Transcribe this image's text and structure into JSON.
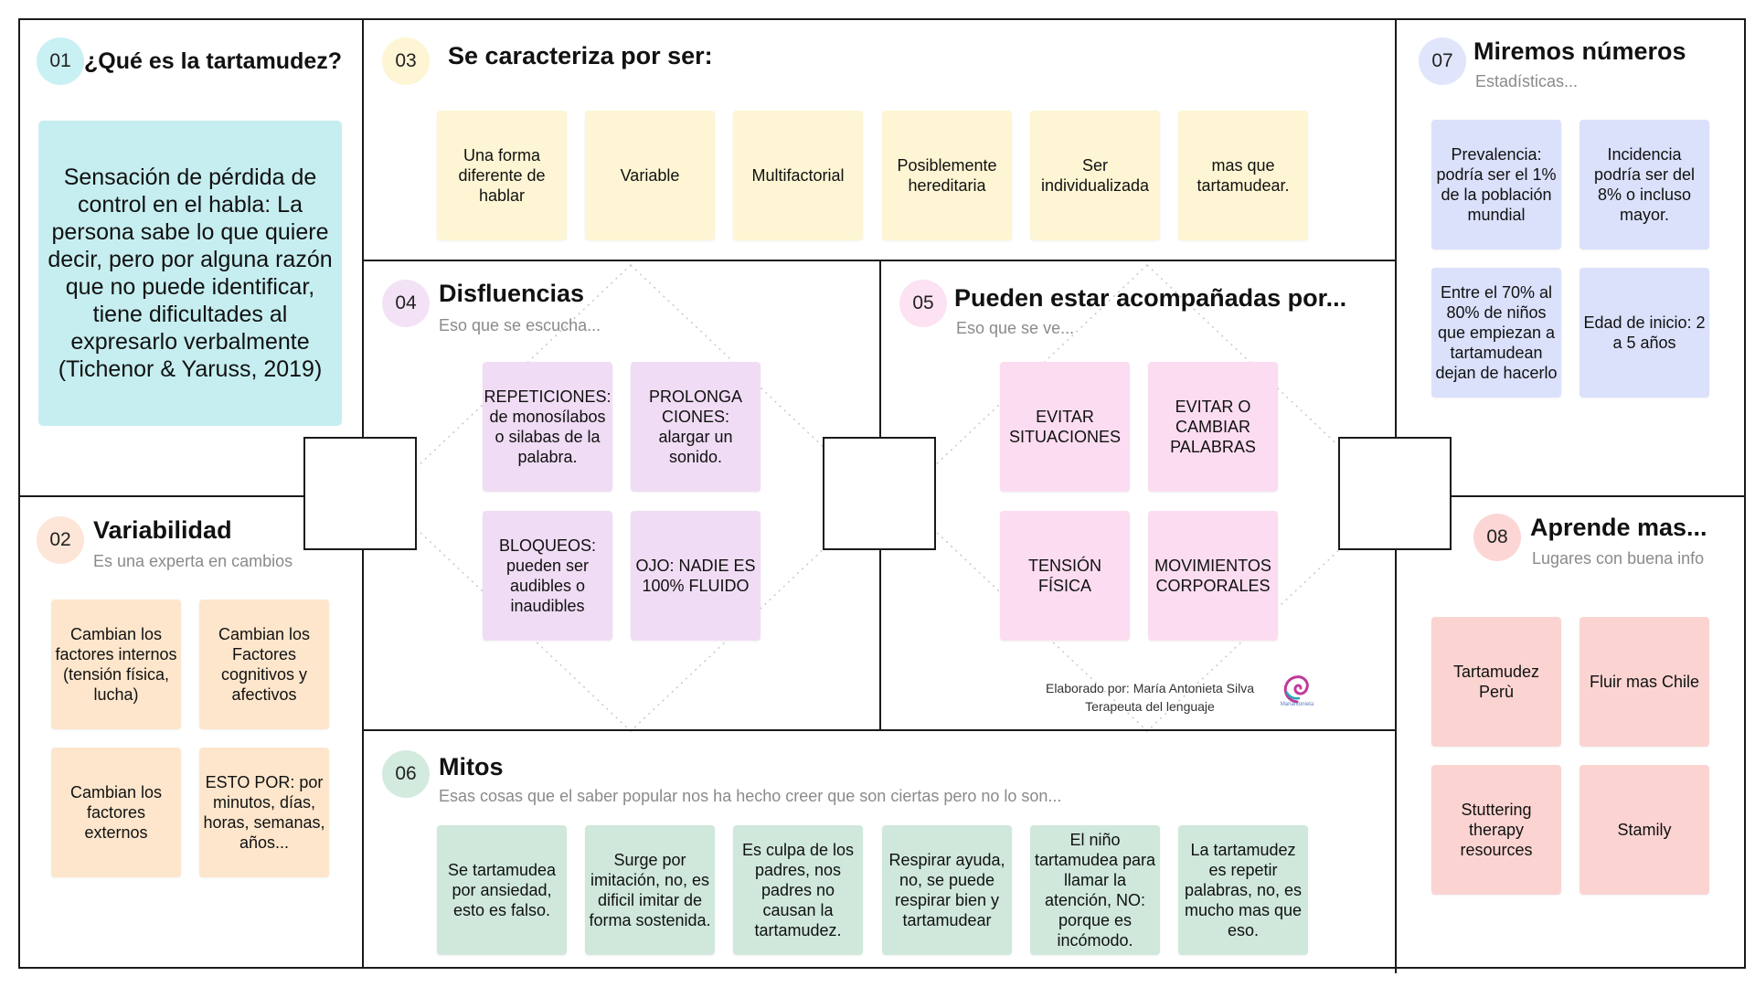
{
  "colors": {
    "badge_cyan": "#c9f0f2",
    "badge_yellow": "#fdf5d3",
    "badge_orange": "#fde6d8",
    "badge_violet": "#f3e2f6",
    "badge_pink": "#fce2f2",
    "badge_green": "#d3ebde",
    "badge_blue": "#e1e5fb",
    "badge_red": "#fbd6d4"
  },
  "s01": {
    "num": "01",
    "title": "¿Qué es la tartamudez?",
    "card": "Sensación de pérdida de control en el habla: La persona sabe lo que quiere decir, pero por alguna razón que no puede identificar, tiene dificultades al expresarlo verbalmente (Tichenor & Yaruss, 2019)"
  },
  "s02": {
    "num": "02",
    "title": "Variabilidad",
    "subtitle": "Es una experta en cambios",
    "notes": [
      "Cambian los factores internos (tensión física, lucha)",
      "Cambian los Factores cognitivos y afectivos",
      "Cambian los factores externos",
      "ESTO POR: por minutos, días, horas, semanas, años..."
    ]
  },
  "s03": {
    "num": "03",
    "title": "Se caracteriza por ser:",
    "notes": [
      "Una forma diferente de hablar",
      "Variable",
      "Multifactorial",
      "Posiblemente hereditaria",
      "Ser individualizada",
      "mas que tartamudear."
    ]
  },
  "s04": {
    "num": "04",
    "title": "Disfluencias",
    "subtitle": "Eso que se escucha...",
    "notes": [
      "REPETICIONES: de monosílabos o silabas de la palabra.",
      "PROLONGA CIONES: alargar un sonido.",
      "BLOQUEOS: pueden ser audibles o inaudibles",
      "OJO: NADIE ES 100% FLUIDO"
    ]
  },
  "s05": {
    "num": "05",
    "title": "Pueden estar acompañadas por...",
    "subtitle": "Eso que se ve...",
    "notes": [
      "EVITAR SITUACIONES",
      "EVITAR O CAMBIAR PALABRAS",
      "TENSIÓN FÍSICA",
      "MOVIMIENTOS CORPORALES"
    ],
    "credit_line1": "Elaborado por: María Antonieta Silva",
    "credit_line2": "Terapeuta del lenguaje",
    "logo_text": "Mariantonieta"
  },
  "s06": {
    "num": "06",
    "title": "Mitos",
    "subtitle": "Esas cosas que el saber popular nos ha hecho creer que son ciertas pero no lo son...",
    "notes": [
      "Se tartamudea por ansiedad, esto es falso.",
      "Surge por imitación,  no, es dificil imitar de forma sostenida.",
      "Es culpa de los padres, nos padres no causan la tartamudez.",
      "Respirar ayuda, no, se puede respirar bien y tartamudear",
      "El niño tartamudea para llamar la atención, NO: porque es incómodo.",
      "La tartamudez es repetir palabras, no, es mucho mas que eso."
    ]
  },
  "s07": {
    "num": "07",
    "title": "Miremos números",
    "subtitle": "Estadísticas...",
    "notes": [
      "Prevalencia: podría ser el 1% de la población mundial",
      "Incidencia podría ser del 8% o incluso mayor.",
      "Entre el 70% al 80% de niños que empiezan a tartamudean dejan de hacerlo",
      "Edad de inicio: 2 a 5 años"
    ]
  },
  "s08": {
    "num": "08",
    "title": "Aprende mas...",
    "subtitle": "Lugares con buena info",
    "notes": [
      "Tartamudez Perù",
      "Fluir mas Chile",
      "Stuttering therapy resources",
      "Stamily"
    ]
  }
}
